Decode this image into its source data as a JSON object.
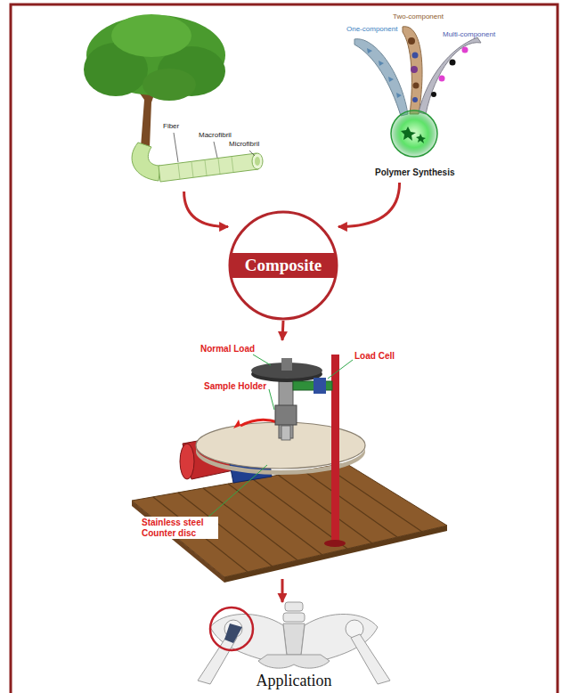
{
  "diagram": {
    "nodes": [
      {
        "text": [
          "Fiber",
          "Macrofibril",
          "Microfibril"
        ]
      },
      {
        "text": [
          "One-component",
          "Two-component",
          "Multi-component",
          "Polymer Synthesis"
        ]
      },
      {
        "text": [
          "Composite"
        ]
      },
      {
        "text": [
          "Normal Load",
          "Load Cell",
          "Sample Holder",
          "Stainless steel Counter disc"
        ]
      },
      {
        "text": [
          "Application"
        ]
      }
    ],
    "edges": [
      {
        "from": 0,
        "to": 2,
        "arrow": "to"
      },
      {
        "from": 1,
        "to": 2,
        "arrow": "to"
      },
      {
        "from": 2,
        "to": 3,
        "arrow": "to"
      },
      {
        "from": 3,
        "to": 4,
        "arrow": "to"
      }
    ]
  }
}
